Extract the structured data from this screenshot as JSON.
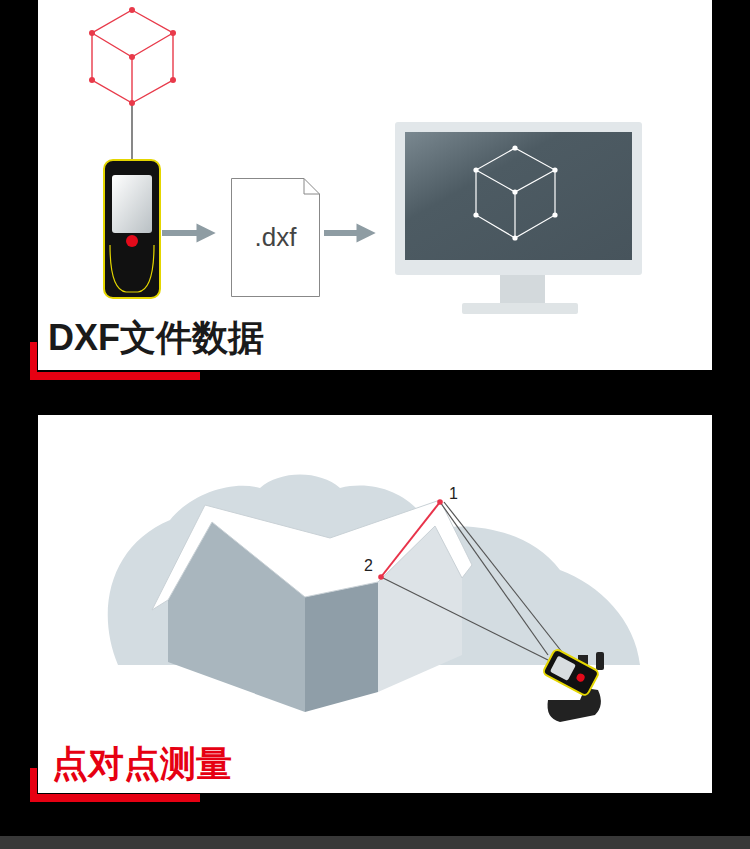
{
  "diagram": {
    "nodes": [
      {
        "text": [
          ".dxf"
        ]
      }
    ],
    "labels": [
      "DXF文件数据",
      "点对点测量",
      "1",
      "2"
    ]
  }
}
